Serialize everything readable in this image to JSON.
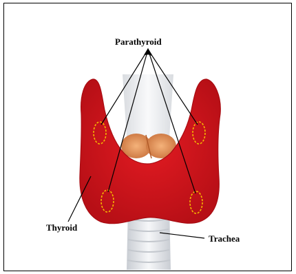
{
  "labels": {
    "parathyroid": "Parathyroid",
    "thyroid": "Thyroid",
    "trachea": "Trachea"
  },
  "colors": {
    "thyroid": "#d7141c",
    "thyroid_dark": "#a80c12",
    "parathyroid_outline": "#f5b800",
    "larynx": "#e89a5a",
    "trachea": "#e3e6ea",
    "leader_line": "#000000"
  }
}
